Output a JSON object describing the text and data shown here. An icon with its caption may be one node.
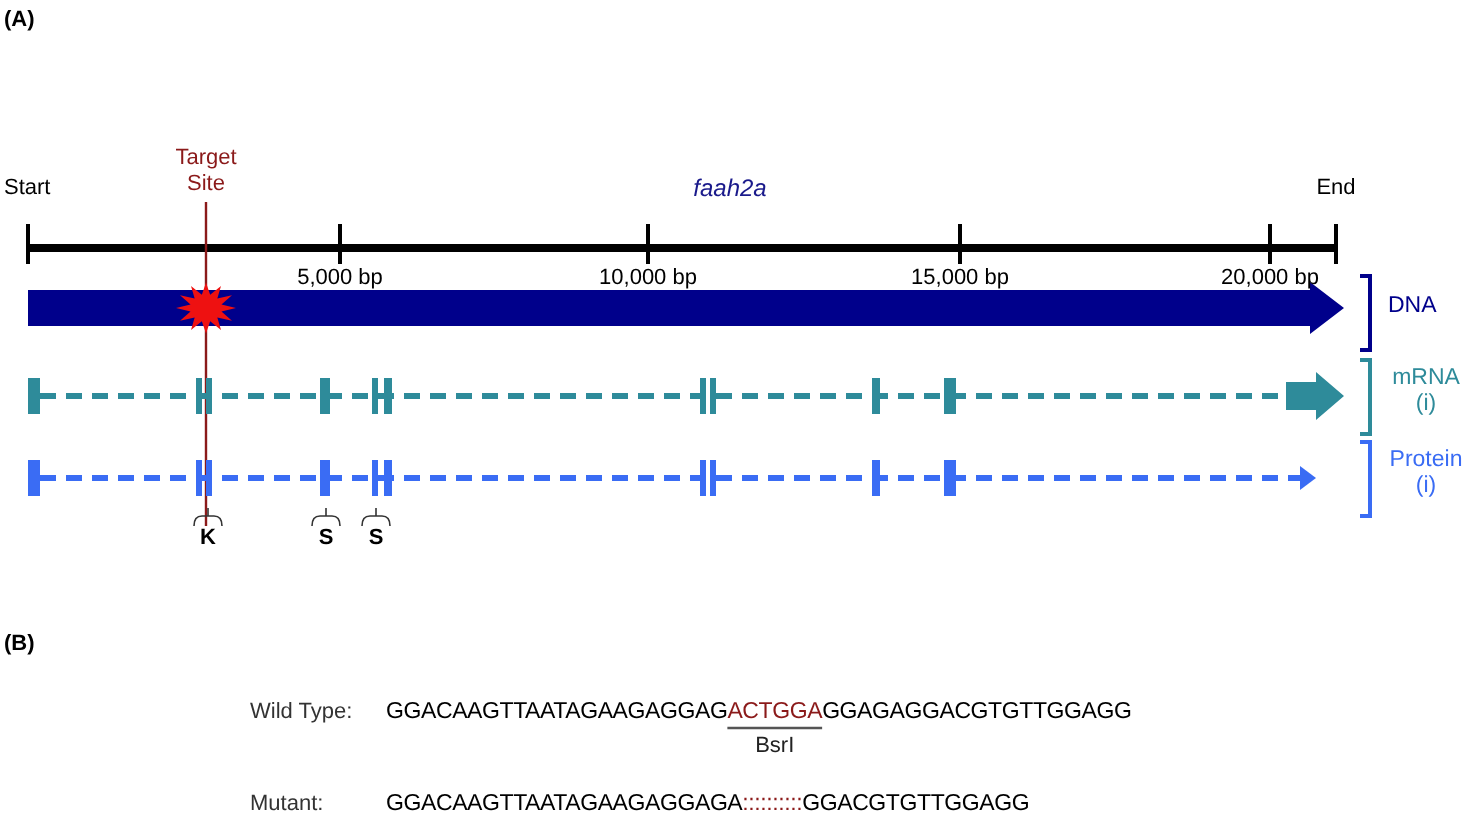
{
  "diagram": {
    "labels": [
      "(A)",
      "Target Site",
      "Start",
      "faah2a",
      "End",
      "5,000 bp",
      "10,000 bp",
      "15,000 bp",
      "20,000 bp",
      "DNA",
      "mRNA (i)",
      "Protein (i)",
      "K",
      "S",
      "S",
      "(B)",
      "Wild Type:",
      "GGACAAGTTAATAGAAGAGGAG",
      "ACTGGA",
      "GGAGAGGACGTGTTGGAGG",
      "BsrI",
      "Mutant:",
      "GGACAAGTTAATAGAAGAGGAGA",
      "::::::::::",
      "GGACGTGTTGGAGG"
    ]
  }
}
